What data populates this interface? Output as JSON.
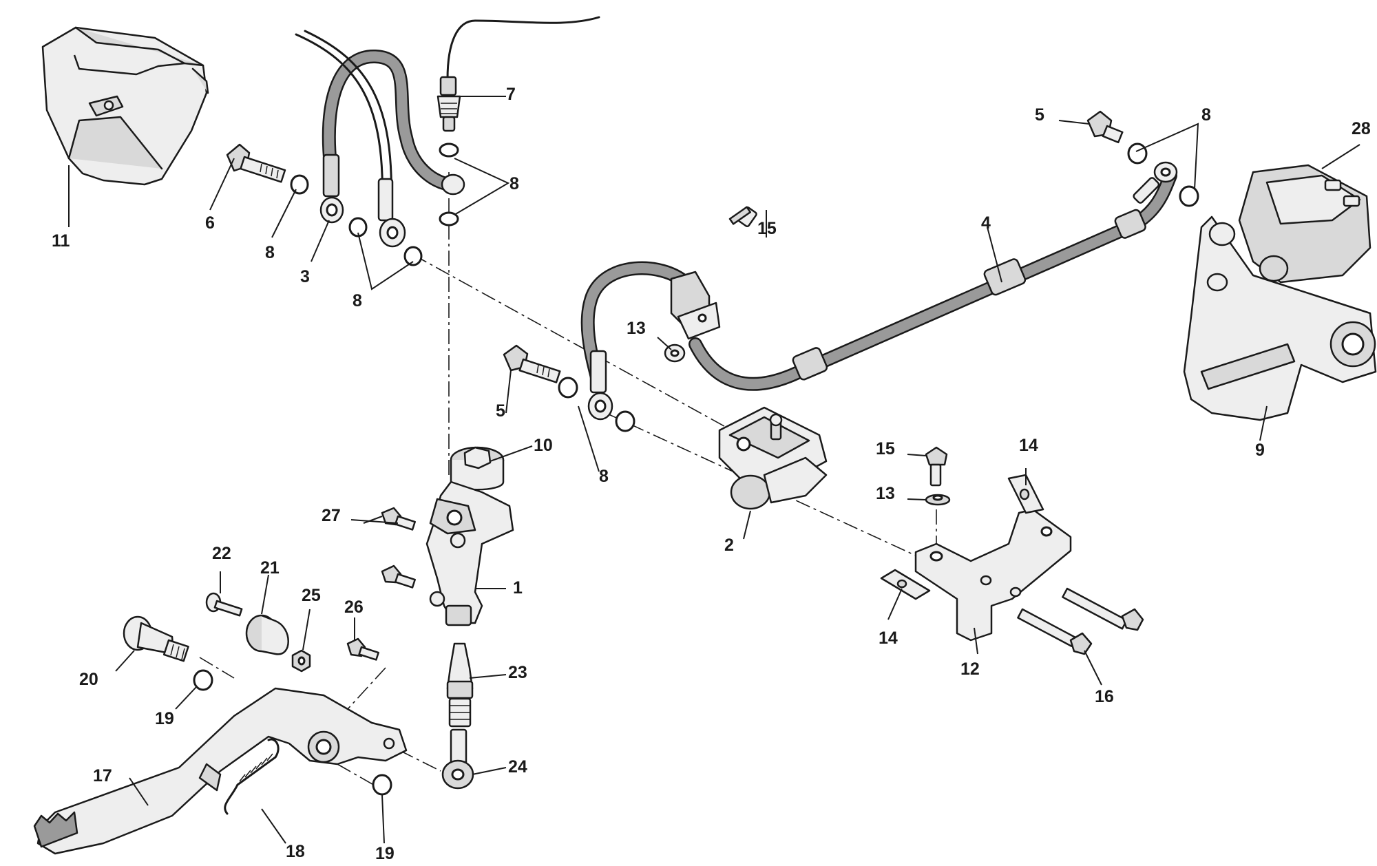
{
  "diagram": {
    "kind": "exploded-parts-view",
    "colors": {
      "line": "#1a1a1a",
      "part_fill": "#d9d9d9",
      "hose_fill": "#9a9a9a",
      "background": "#ffffff"
    },
    "callouts": {
      "c1": "1",
      "c2": "2",
      "c3": "3",
      "c4": "4",
      "c5a": "5",
      "c5b": "5",
      "c6": "6",
      "c7": "7",
      "c8a": "8",
      "c8b": "8",
      "c8c": "8",
      "c8d": "8",
      "c8e": "8",
      "c9": "9",
      "c10": "10",
      "c11": "11",
      "c12": "12",
      "c13a": "13",
      "c13b": "13",
      "c14a": "14",
      "c14b": "14",
      "c15a": "15",
      "c15b": "15",
      "c16": "16",
      "c17": "17",
      "c18": "18",
      "c19a": "19",
      "c19b": "19",
      "c20": "20",
      "c21": "21",
      "c22": "22",
      "c23": "23",
      "c24": "24",
      "c25": "25",
      "c26": "26",
      "c27": "27",
      "c28": "28"
    }
  }
}
